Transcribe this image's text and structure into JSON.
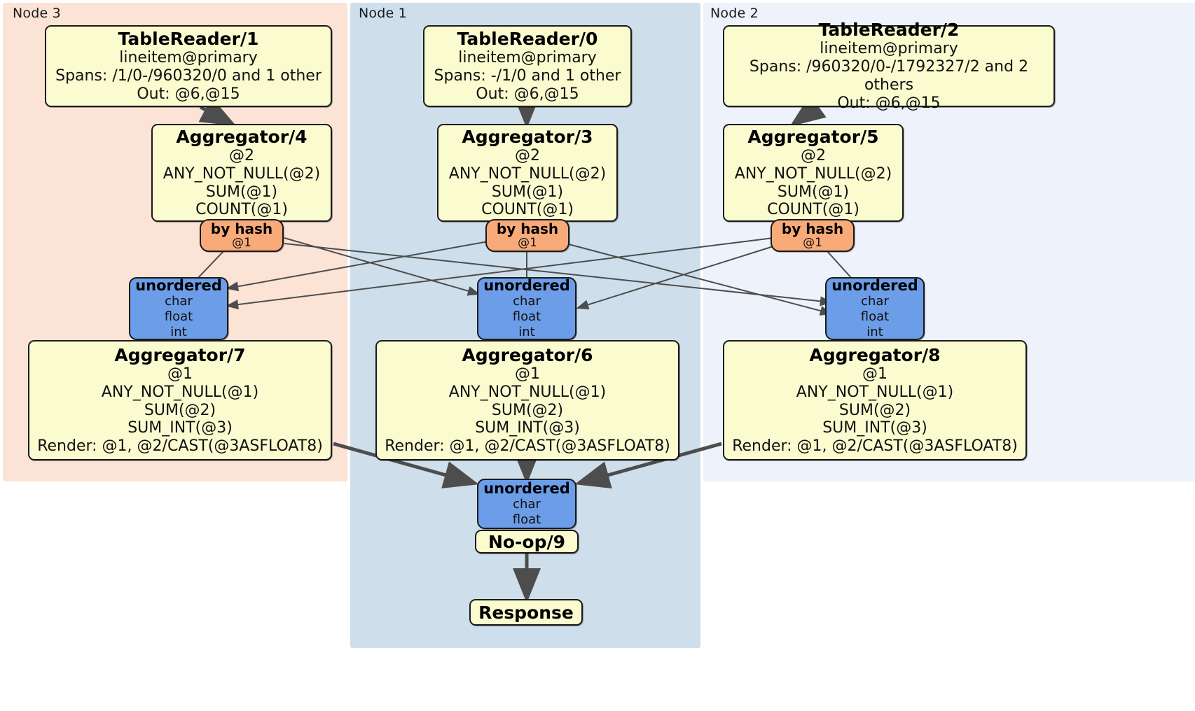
{
  "diagram": {
    "type": "distributed-query-execution-plan",
    "title": "",
    "panels": [
      {
        "id": "node3",
        "label": "Node 3",
        "color": "#fbe3d6"
      },
      {
        "id": "node1",
        "label": "Node 1",
        "color": "#cedfeb"
      },
      {
        "id": "node2",
        "label": "Node 2",
        "color": "#edf2fb"
      }
    ],
    "colors": {
      "processor_fill": "#fbfbd0",
      "router_fill": "#f8ab78",
      "receiver_fill": "#6c9de8",
      "stroke": "#1a1a1a",
      "edge": "#4d4d4d"
    },
    "processors": [
      {
        "id": "tr1",
        "node": "node3",
        "title": "TableReader/1",
        "lines": [
          "lineitem@primary",
          "Spans: /1/0-/960320/0 and 1 other",
          "Out: @6,@15"
        ]
      },
      {
        "id": "tr0",
        "node": "node1",
        "title": "TableReader/0",
        "lines": [
          "lineitem@primary",
          "Spans: -/1/0 and 1 other",
          "Out: @6,@15"
        ]
      },
      {
        "id": "tr2",
        "node": "node2",
        "title": "TableReader/2",
        "lines": [
          "lineitem@primary",
          "Spans: /960320/0-/1792327/2 and 2 others",
          "Out: @6,@15"
        ]
      },
      {
        "id": "agg4",
        "node": "node3",
        "title": "Aggregator/4",
        "lines": [
          "@2",
          "ANY_NOT_NULL(@2)",
          "SUM(@1)",
          "COUNT(@1)"
        ]
      },
      {
        "id": "agg3",
        "node": "node1",
        "title": "Aggregator/3",
        "lines": [
          "@2",
          "ANY_NOT_NULL(@2)",
          "SUM(@1)",
          "COUNT(@1)"
        ]
      },
      {
        "id": "agg5",
        "node": "node2",
        "title": "Aggregator/5",
        "lines": [
          "@2",
          "ANY_NOT_NULL(@2)",
          "SUM(@1)",
          "COUNT(@1)"
        ]
      },
      {
        "id": "agg7",
        "node": "node3",
        "title": "Aggregator/7",
        "lines": [
          "@1",
          "ANY_NOT_NULL(@1)",
          "SUM(@2)",
          "SUM_INT(@3)",
          "Render: @1, @2/CAST(@3ASFLOAT8)"
        ]
      },
      {
        "id": "agg6",
        "node": "node1",
        "title": "Aggregator/6",
        "lines": [
          "@1",
          "ANY_NOT_NULL(@1)",
          "SUM(@2)",
          "SUM_INT(@3)",
          "Render: @1, @2/CAST(@3ASFLOAT8)"
        ]
      },
      {
        "id": "agg8",
        "node": "node2",
        "title": "Aggregator/8",
        "lines": [
          "@1",
          "ANY_NOT_NULL(@1)",
          "SUM(@2)",
          "SUM_INT(@3)",
          "Render: @1, @2/CAST(@3ASFLOAT8)"
        ]
      },
      {
        "id": "noop9",
        "node": "node1",
        "title": "No-op/9",
        "lines": []
      },
      {
        "id": "response",
        "node": "node1",
        "title": "Response",
        "lines": []
      }
    ],
    "routers": [
      {
        "id": "hash4",
        "node": "node3",
        "title": "by hash",
        "lines": [
          "@1"
        ]
      },
      {
        "id": "hash3",
        "node": "node1",
        "title": "by hash",
        "lines": [
          "@1"
        ]
      },
      {
        "id": "hash5",
        "node": "node2",
        "title": "by hash",
        "lines": [
          "@1"
        ]
      }
    ],
    "receivers": [
      {
        "id": "recv7",
        "node": "node3",
        "title": "unordered",
        "lines": [
          "char",
          "float",
          "int"
        ]
      },
      {
        "id": "recv6",
        "node": "node1",
        "title": "unordered",
        "lines": [
          "char",
          "float",
          "int"
        ]
      },
      {
        "id": "recv8",
        "node": "node2",
        "title": "unordered",
        "lines": [
          "char",
          "float",
          "int"
        ]
      },
      {
        "id": "recvfinal",
        "node": "node1",
        "title": "unordered",
        "lines": [
          "char",
          "float"
        ]
      }
    ]
  }
}
